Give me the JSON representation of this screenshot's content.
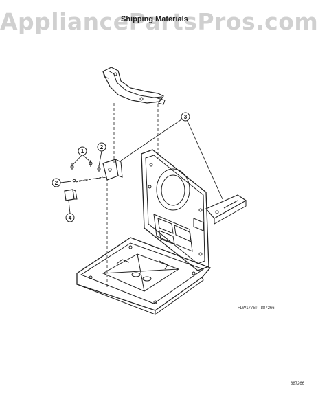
{
  "watermark": "AppliancePartsPros.com",
  "title": "Shipping Materials",
  "figure_code": "FLW177SP_887266",
  "page_number": "887266",
  "callouts": [
    "1",
    "2",
    "2",
    "3",
    "4"
  ],
  "colors": {
    "line": "#222222",
    "watermark": "#d0d0d0",
    "background": "#ffffff"
  }
}
